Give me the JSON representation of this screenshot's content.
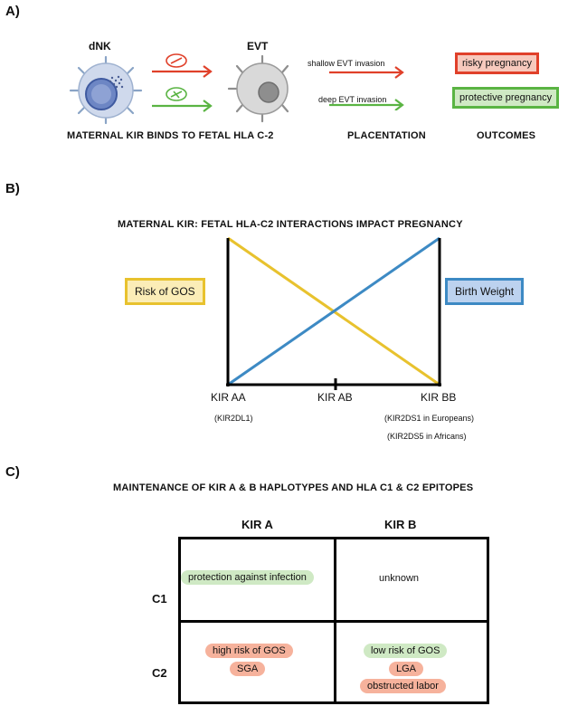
{
  "panelA": {
    "letter": "A)",
    "dnk_label": "dNK",
    "evt_label": "EVT",
    "shallow_label": "shallow EVT invasion",
    "deep_label": "deep EVT invasion",
    "risky_label": "risky pregnancy",
    "protective_label": "protective pregnancy",
    "caption_kir": "MATERNAL KIR BINDS TO FETAL HLA C-2",
    "caption_placentation": "PLACENTATION",
    "caption_outcomes": "OUTCOMES",
    "colors": {
      "red": "#e0402a",
      "green": "#5ab443"
    }
  },
  "panelB": {
    "letter": "B)",
    "title": "MATERNAL KIR: FETAL HLA-C2 INTERACTIONS IMPACT PREGNANCY",
    "left_box": "Risk of GOS",
    "right_box": "Birth Weight",
    "tick_aa": "KIR AA",
    "tick_ab": "KIR AB",
    "tick_bb": "KIR BB",
    "sub_aa": "(KIR2DL1)",
    "sub_bb1": "(KIR2DS1 in Europeans)",
    "sub_bb2": "(KIR2DS5 in Africans)",
    "colors": {
      "yellow": "#e8c22e",
      "blue": "#3d8ac4"
    }
  },
  "panelC": {
    "letter": "C)",
    "title": "MAINTENANCE OF KIR A & B HAPLOTYPES AND HLA C1 & C2 EPITOPES",
    "col_a": "KIR A",
    "col_b": "KIR B",
    "row_c1": "C1",
    "row_c2": "C2",
    "c1_a": "protection against infection",
    "c1_b": "unknown",
    "c2_a": [
      "high risk of GOS",
      "SGA"
    ],
    "c2_b": [
      "low risk of GOS",
      "LGA",
      "obstructed labor"
    ]
  }
}
